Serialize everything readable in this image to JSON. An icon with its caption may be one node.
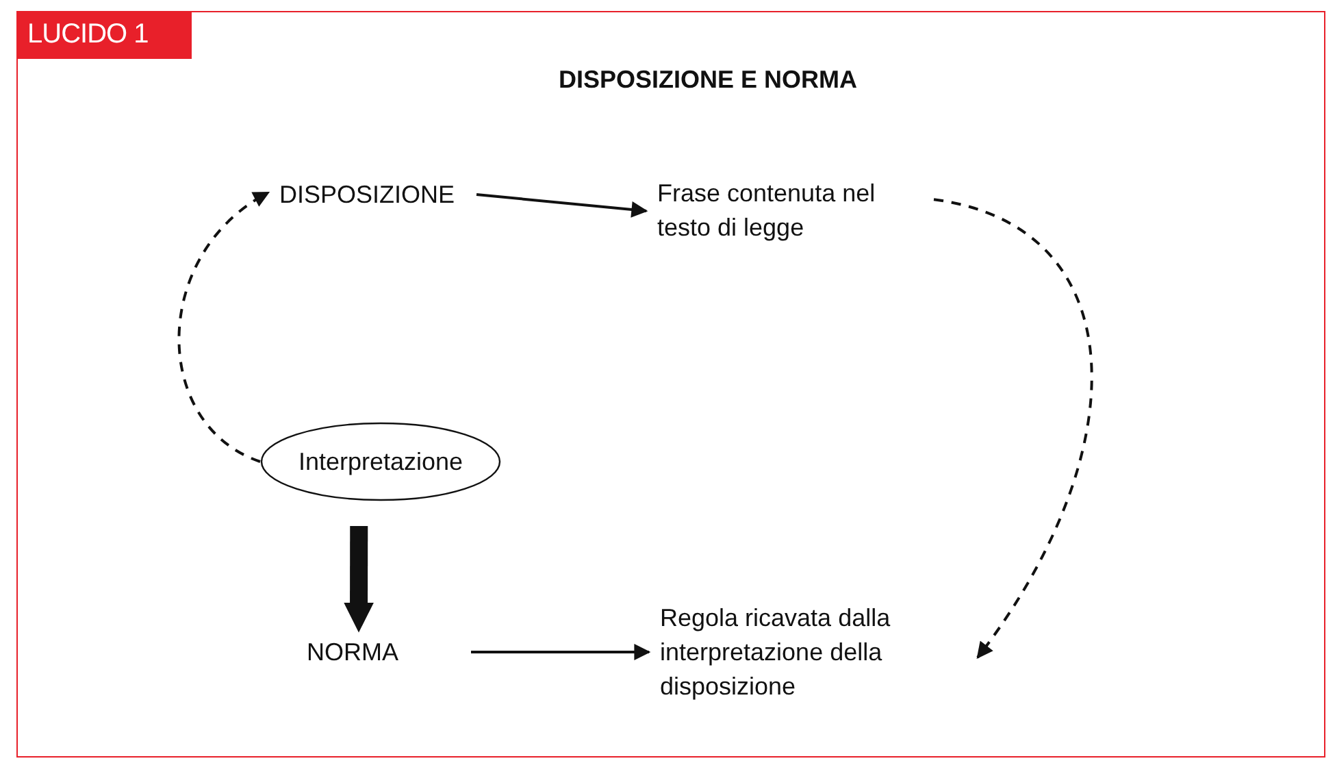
{
  "diagram": {
    "title": "DISPOSIZIONE E NORMA",
    "nodes": [
      {
        "text": [
          "DISPOSIZIONE"
        ]
      },
      {
        "text": [
          "Frase contenuta nel testo di legge"
        ]
      },
      {
        "text": [
          "Interpretazione"
        ]
      },
      {
        "text": [
          "NORMA"
        ]
      },
      {
        "text": [
          "Regola ricavata dalla interpretazione della disposizione"
        ]
      }
    ],
    "edges": [
      {
        "from": 0,
        "to": 1,
        "arrow": "to"
      },
      {
        "from": 1,
        "to": 4,
        "arrow": "to",
        "style": "dashed"
      },
      {
        "from": 2,
        "to": 0,
        "arrow": "to",
        "style": "dashed"
      },
      {
        "from": 2,
        "to": 3,
        "arrow": "to",
        "style": "thick"
      },
      {
        "from": 3,
        "to": 4,
        "arrow": "to"
      }
    ],
    "labels": [
      "LUCIDO 1"
    ]
  }
}
